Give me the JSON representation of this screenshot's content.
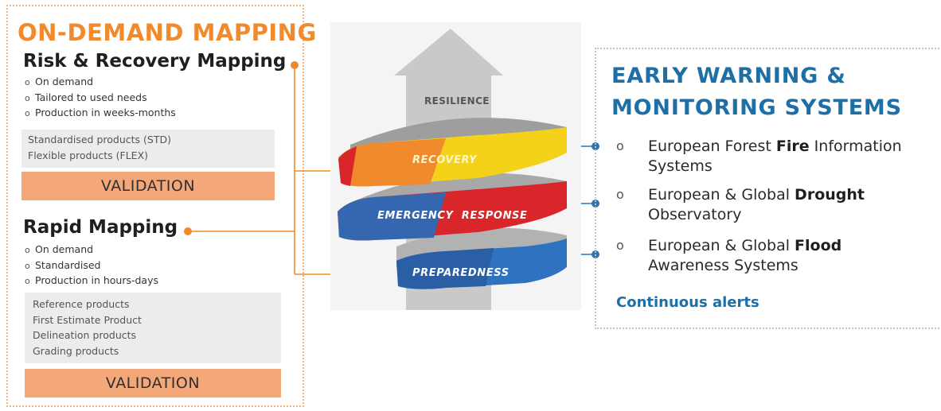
{
  "left": {
    "title": "ON-DEMAND MAPPING",
    "risk": {
      "title": "Risk & Recovery Mapping",
      "bullets": [
        "On demand",
        "Tailored to used needs",
        "Production in weeks-months"
      ],
      "products": [
        "Standardised products (STD)",
        "Flexible products (FLEX)"
      ],
      "validation": "VALIDATION"
    },
    "rapid": {
      "title": "Rapid Mapping",
      "bullets": [
        "On demand",
        "Standardised",
        "Production in hours-days"
      ],
      "products": [
        "Reference products",
        "First Estimate Product",
        "Delineation products",
        "Grading products"
      ],
      "validation": "VALIDATION"
    }
  },
  "center": {
    "arrow_label": "RESILIENCE",
    "bands": [
      "RECOVERY",
      "EMERGENCY  RESPONSE",
      "PREPAREDNESS"
    ]
  },
  "right": {
    "title_line1": "EARLY WARNING &",
    "title_line2": "MONITORING SYSTEMS",
    "items": [
      {
        "pre": "European Forest ",
        "bold": "Fire",
        "post": " Information",
        "line2": "Systems"
      },
      {
        "pre": "European & Global ",
        "bold": "Drought",
        "post": "",
        "line2": "Observatory"
      },
      {
        "pre": "European & Global ",
        "bold": "Flood",
        "post": "",
        "line2": "Awareness Systems"
      }
    ],
    "footer": "Continuous alerts"
  },
  "colors": {
    "orange": "#f08a2c",
    "validation_bar": "#f4a87a",
    "blue_title": "#1d6fa8",
    "recovery_band": "#f5d21a",
    "response_band": "#d8262a",
    "preparedness_band": "#2f72c0"
  }
}
